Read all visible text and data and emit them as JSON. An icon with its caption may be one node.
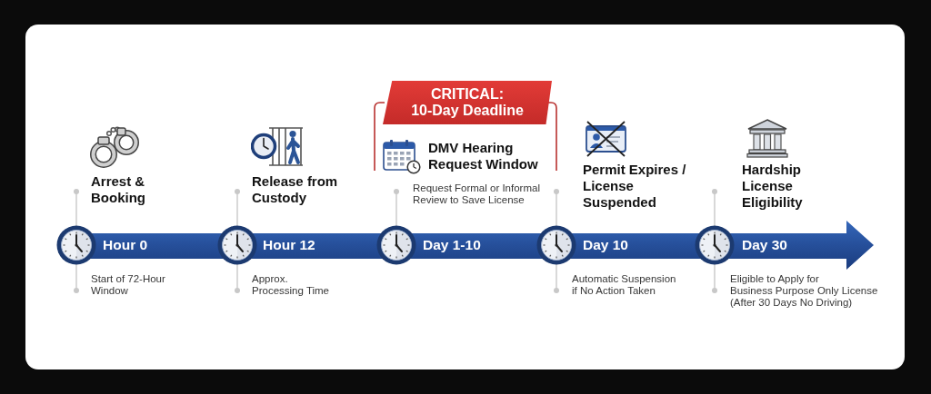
{
  "diagram": {
    "nodes": [
      {
        "text": [
          "Hour 0"
        ],
        "beside": [
          "Arrest & Booking",
          "Start of 72-Hour Window"
        ]
      },
      {
        "text": [
          "Hour 12"
        ],
        "beside": [
          "Release from Custody",
          "Approx. Processing Time"
        ]
      },
      {
        "text": [
          "CRITICAL: 10-Day Deadline"
        ]
      },
      {
        "text": [
          "Day 1-10"
        ],
        "beside": [
          "DMV Hearing Request Window",
          "Request Formal or Informal Review to Save License"
        ]
      },
      {
        "text": [
          "Day 10"
        ],
        "beside": [
          "Permit Expires / License Suspended",
          "Automatic Suspension if No Action Taken"
        ]
      },
      {
        "text": [
          "Day 30"
        ],
        "beside": [
          "Hardship License Eligibility",
          "Eligible to Apply for Business Purpose Only License (After 30 Days No Driving)"
        ]
      }
    ]
  }
}
